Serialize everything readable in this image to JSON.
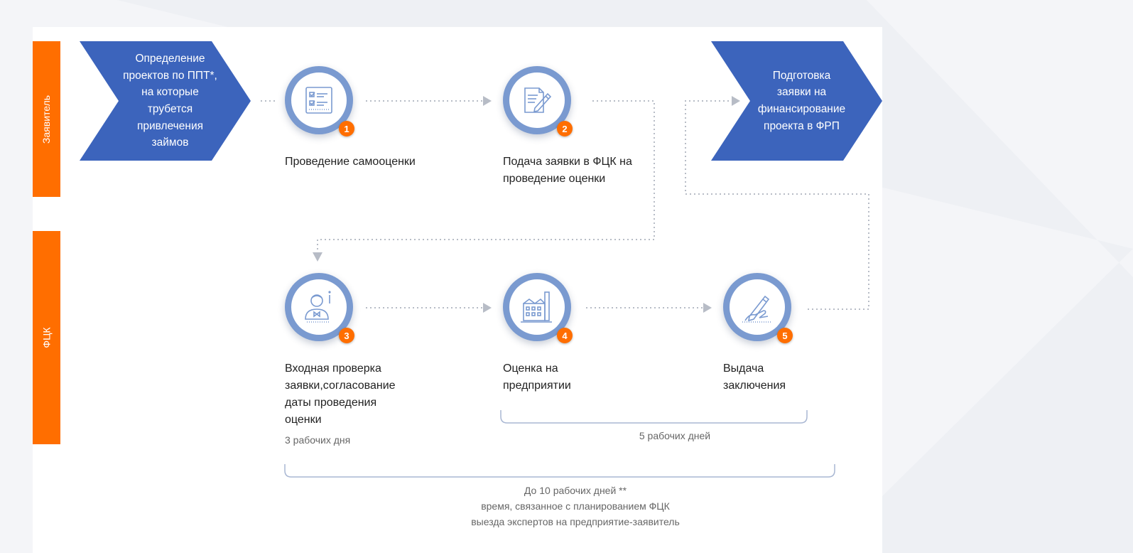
{
  "lanes": {
    "applicant": "Заявитель",
    "fck": "ФЦК"
  },
  "start_chevron": "Определение\nпроектов по ППТ*,\nна которые\nтрубется\nпривлечения\nзаймов",
  "end_chevron": "Подготовка\nзаявки на\nфинансирование\nпроекта в ФРП",
  "steps": [
    {
      "number": "1",
      "label": "Проведение самооценки",
      "icon": "checklist-icon"
    },
    {
      "number": "2",
      "label": "Подача заявки в ФЦК на\nпроведение оценки",
      "icon": "document-pen-icon"
    },
    {
      "number": "3",
      "label": "Входная проверка\nзаявки,согласование\nдаты проведения\nоценки",
      "icon": "person-info-icon"
    },
    {
      "number": "4",
      "label": "Оценка на\nпредприятии",
      "icon": "factory-icon"
    },
    {
      "number": "5",
      "label": "Выдача\nзаключения",
      "icon": "signing-hand-icon"
    }
  ],
  "durations": {
    "step3": "3 рабочих дня",
    "steps45": "5 рабочих дней",
    "total_line1": "До 10 рабочих дней **",
    "total_line2": "время, связанное с планированием ФЦК",
    "total_line3": "выезда экспертов на предприятие-заявитель"
  },
  "colors": {
    "orange": "#ff6e00",
    "blue": "#3c64bc",
    "ring": "#7a9ad0"
  }
}
